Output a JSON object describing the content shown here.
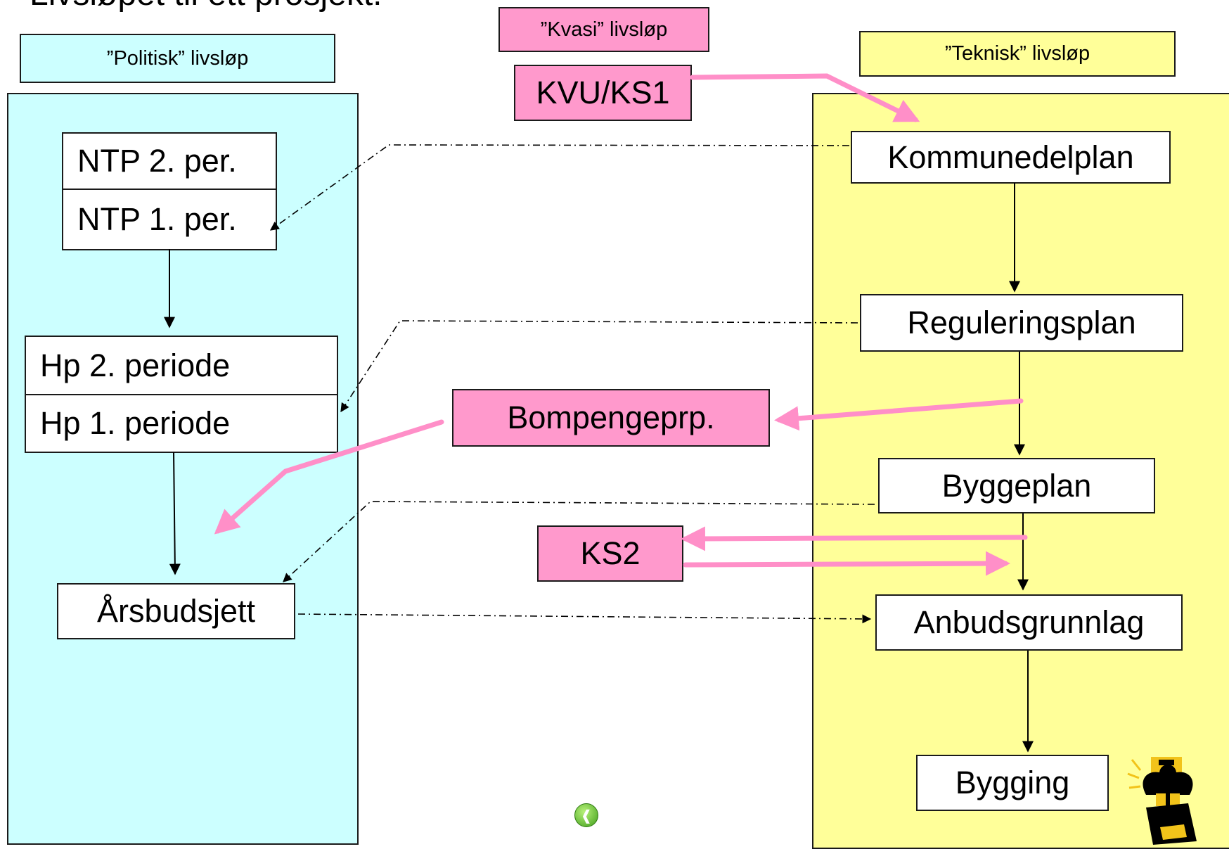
{
  "slide": {
    "title": "Livsløpet til ett prosjekt:"
  },
  "headers": {
    "politisk": "”Politisk” livsløp",
    "kvasi": "”Kvasi” livsløp",
    "teknisk": "”Teknisk” livsløp"
  },
  "politisk": {
    "ntp2": "NTP  2. per.",
    "ntp1": "NTP  1. per.",
    "hp2": "Hp  2. periode",
    "hp1": "Hp  1. periode",
    "aarsbudsjett": "Årsbudsjett"
  },
  "kvasi": {
    "kvu": "KVU/KS1",
    "bompenge": "Bompengeprp.",
    "ks2": "KS2"
  },
  "teknisk": {
    "kommunedelplan": "Kommunedelplan",
    "reguleringsplan": "Reguleringsplan",
    "byggeplan": "Byggeplan",
    "anbudsgrunnlag": "Anbudsgrunnlag",
    "bygging": "Bygging"
  },
  "colors": {
    "pink_box": "#ff99cc",
    "pink_arrow": "#ff8fc8",
    "cyan_panel": "#ccffff",
    "yellow_panel": "#ffff99"
  },
  "icons": {
    "back": "back-arrow-icon",
    "worker": "worker-drill-icon"
  }
}
